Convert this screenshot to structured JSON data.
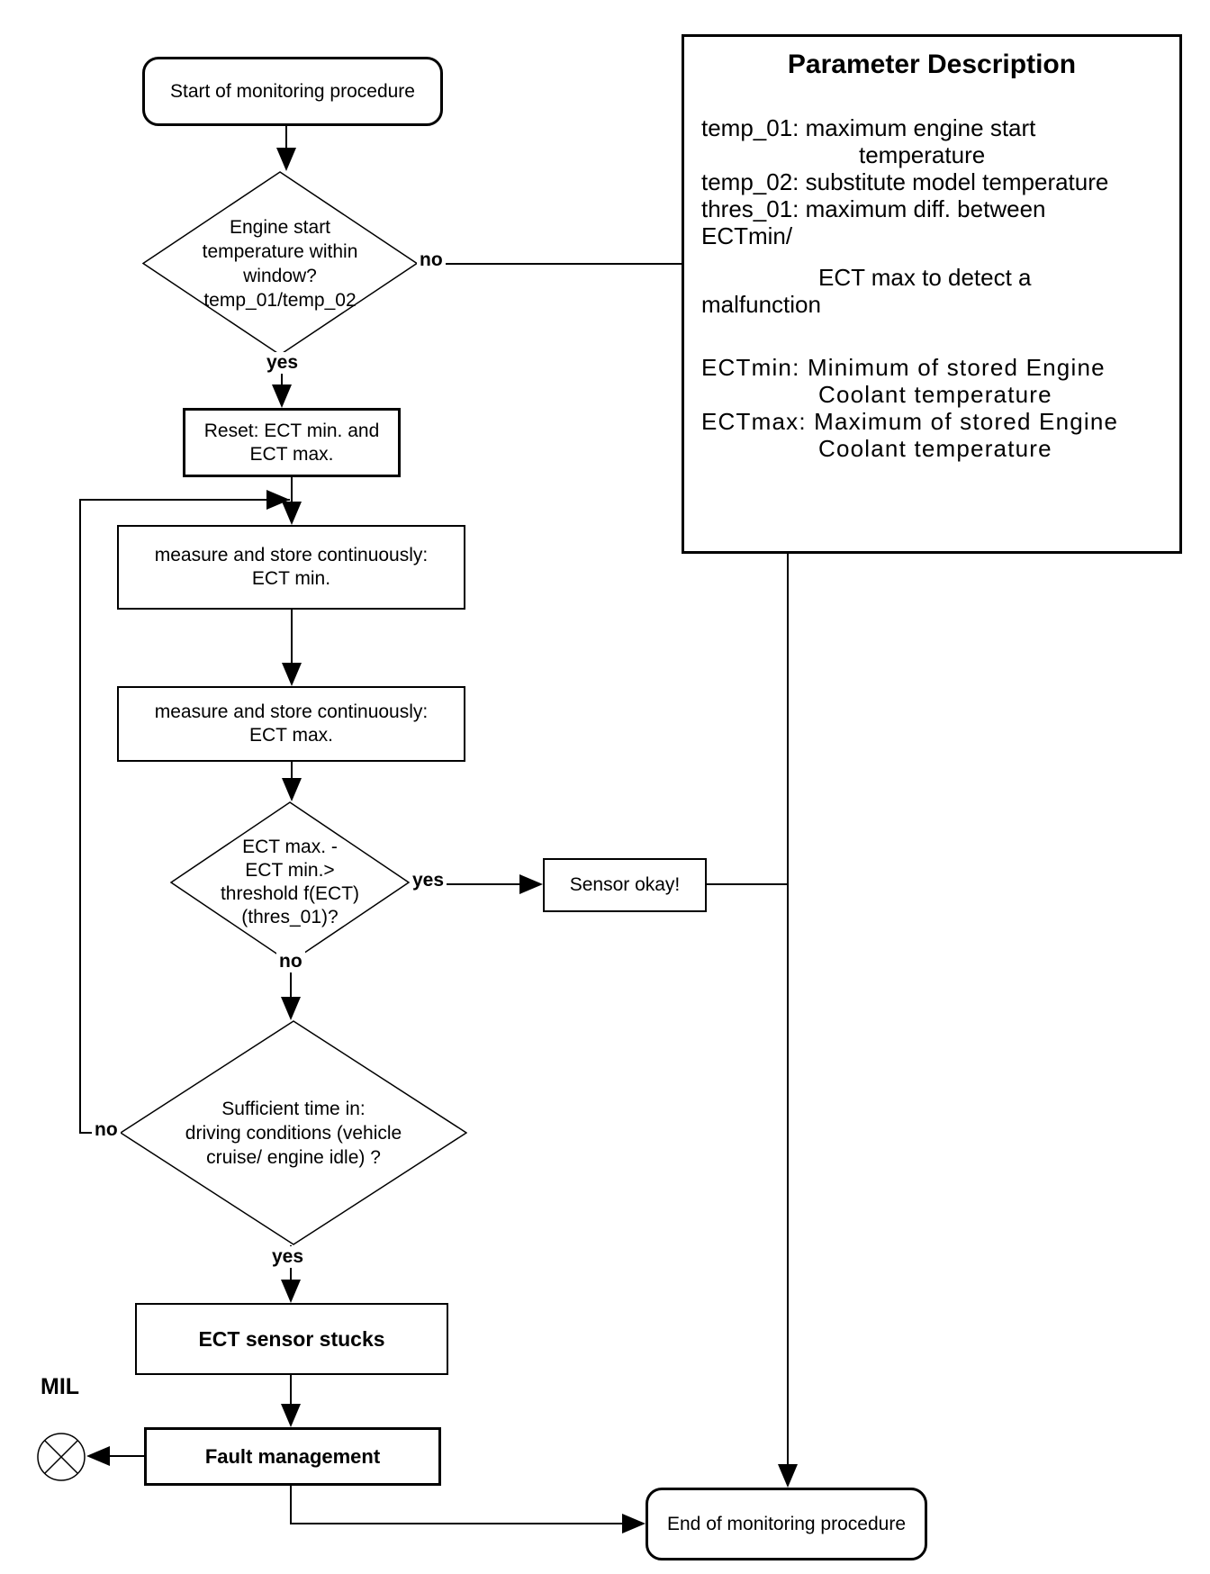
{
  "flowchart": {
    "start": "Start of monitoring procedure",
    "decision_engine_start": "Engine start\ntemperature within\nwindow?\ntemp_01/temp_02",
    "reset": "Reset: ECT min. and\nECT max.",
    "measure_min": "measure and store continuously:\nECT min.",
    "measure_max": "measure and store continuously:\nECT max.",
    "decision_threshold": "ECT max. -\nECT min.>\nthreshold f(ECT)\n(thres_01)?",
    "sensor_okay": "Sensor okay!",
    "decision_sufficient_time": "Sufficient time in:\ndriving conditions (vehicle\ncruise/ engine idle) ?",
    "sensor_stucks": "ECT sensor stucks",
    "fault_management": "Fault management",
    "end": "End of monitoring procedure",
    "mil_label": "MIL",
    "edge_labels": {
      "no_engine_start": "no",
      "yes_engine_start": "yes",
      "yes_threshold": "yes",
      "no_threshold": "no",
      "no_sufficient_time": "no",
      "yes_sufficient_time": "yes"
    }
  },
  "parameter_description": {
    "title": "Parameter Description",
    "lines": [
      "temp_01: maximum engine start",
      "temperature",
      "temp_02: substitute model temperature",
      "thres_01: maximum diff. between",
      "ECTmin/",
      "ECT max to detect a",
      "malfunction",
      "ECTmin: Minimum of stored Engine",
      "Coolant temperature",
      "ECTmax: Maximum of stored Engine",
      "Coolant temperature"
    ]
  },
  "colors": {
    "line": "#000000",
    "background": "#ffffff"
  }
}
